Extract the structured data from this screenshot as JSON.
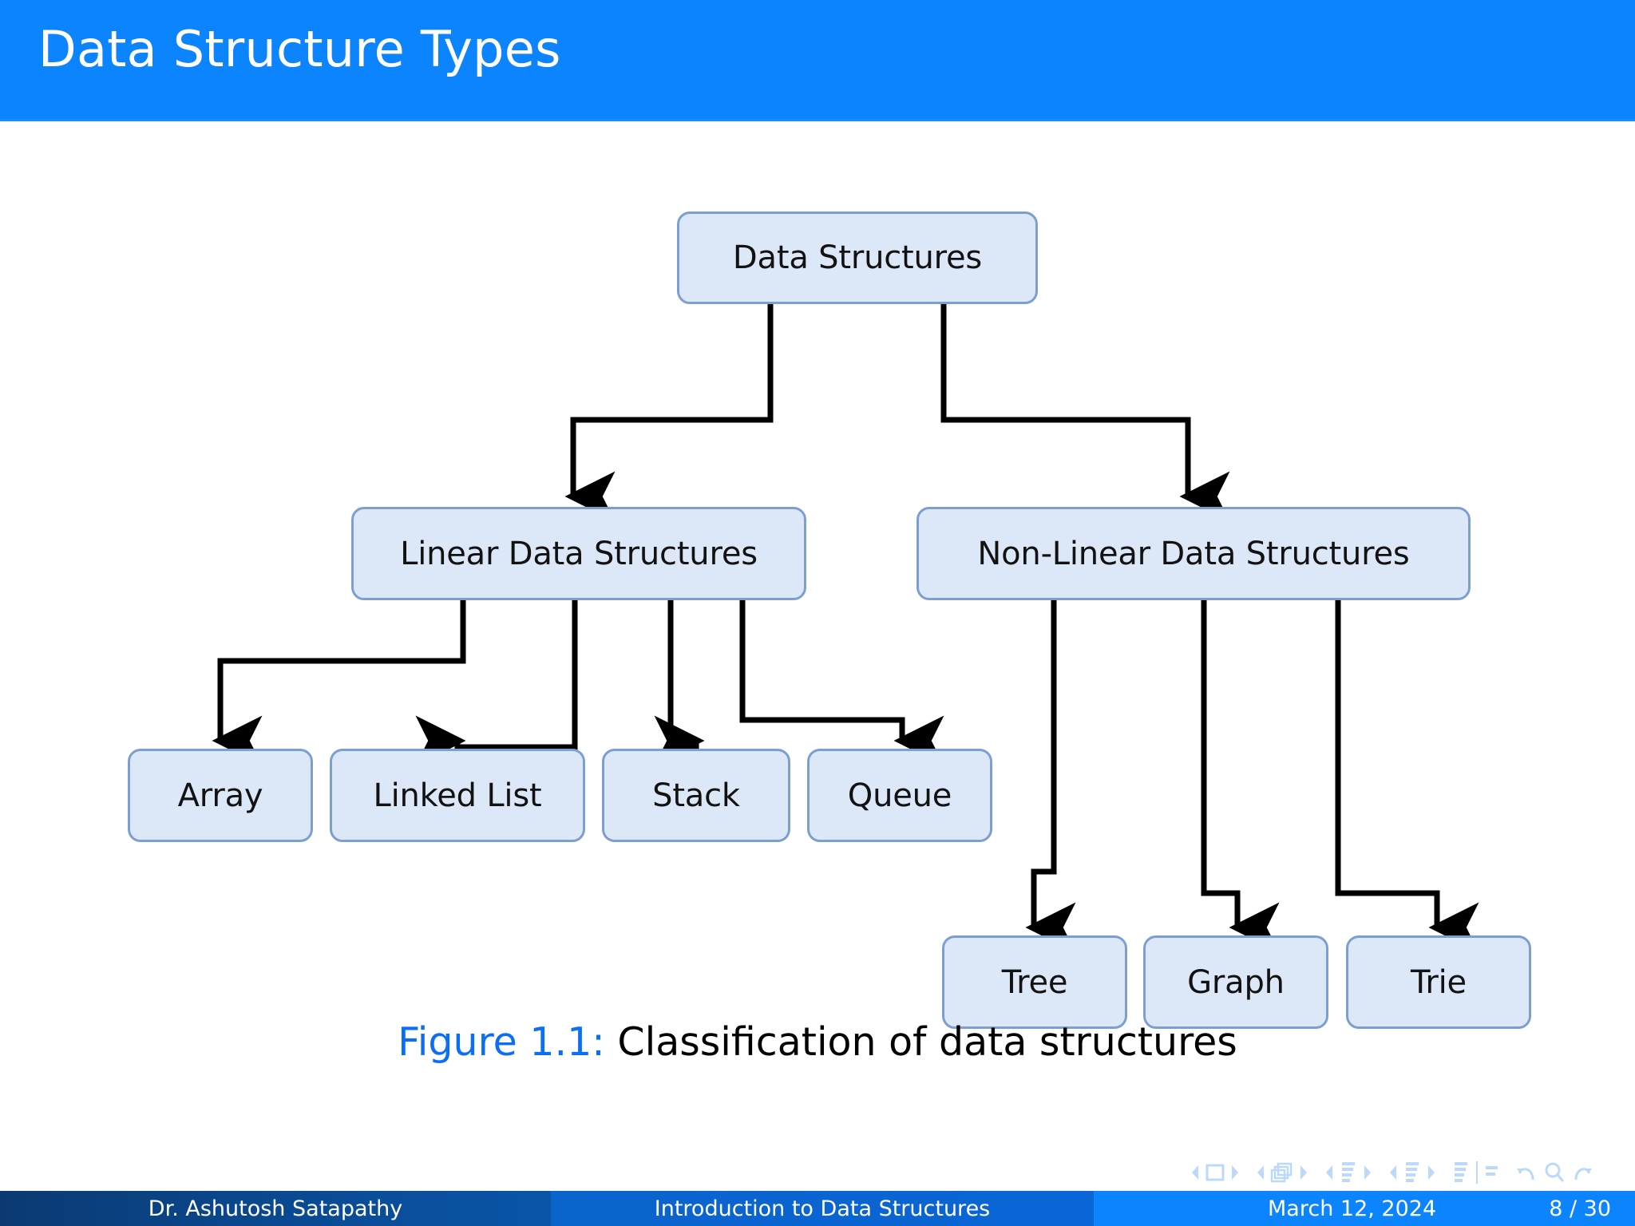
{
  "slide": {
    "title": "Data Structure Types",
    "title_bar_color": "#0b84fe",
    "background_color": "#ffffff"
  },
  "figure": {
    "caption_label": "Figure 1.1:",
    "caption_label_color": "#0b6ef5",
    "caption_text": " Classification of data structures",
    "node_fill": "#dce7f8",
    "node_border": "#7d9fcf",
    "connector_color": "#000000",
    "nodes": [
      {
        "id": "root",
        "label": "Data Structures"
      },
      {
        "id": "linear",
        "label": "Linear Data Structures"
      },
      {
        "id": "nonlinear",
        "label": "Non-Linear Data Structures"
      },
      {
        "id": "array",
        "label": "Array"
      },
      {
        "id": "linkedlist",
        "label": "Linked List"
      },
      {
        "id": "stack",
        "label": "Stack"
      },
      {
        "id": "queue",
        "label": "Queue"
      },
      {
        "id": "tree",
        "label": "Tree"
      },
      {
        "id": "graph",
        "label": "Graph"
      },
      {
        "id": "trie",
        "label": "Trie"
      }
    ],
    "edges": [
      {
        "from": "root",
        "to": "linear"
      },
      {
        "from": "root",
        "to": "nonlinear"
      },
      {
        "from": "linear",
        "to": "array"
      },
      {
        "from": "linear",
        "to": "linkedlist"
      },
      {
        "from": "linear",
        "to": "stack"
      },
      {
        "from": "linear",
        "to": "queue"
      },
      {
        "from": "nonlinear",
        "to": "tree"
      },
      {
        "from": "nonlinear",
        "to": "graph"
      },
      {
        "from": "nonlinear",
        "to": "trie"
      }
    ]
  },
  "navigation": {
    "symbols": [
      "slide-prev-icon",
      "slide-current-icon",
      "slide-next-icon",
      "frame-prev-icon",
      "frame-current-icon",
      "frame-next-icon",
      "subsection-prev-icon",
      "subsection-current-icon",
      "subsection-next-icon",
      "section-prev-icon",
      "section-current-icon",
      "section-next-icon",
      "doc-icon",
      "toc-icon",
      "back-icon",
      "search-icon",
      "forward-icon"
    ]
  },
  "footer": {
    "author": "Dr. Ashutosh Satapathy",
    "subject": "Introduction to Data Structures",
    "date": "March 12, 2024",
    "page": "8 / 30",
    "author_bg": "#0b3a72",
    "subject_bg": "#0b63cc",
    "right_bg": "#0b84fe"
  }
}
